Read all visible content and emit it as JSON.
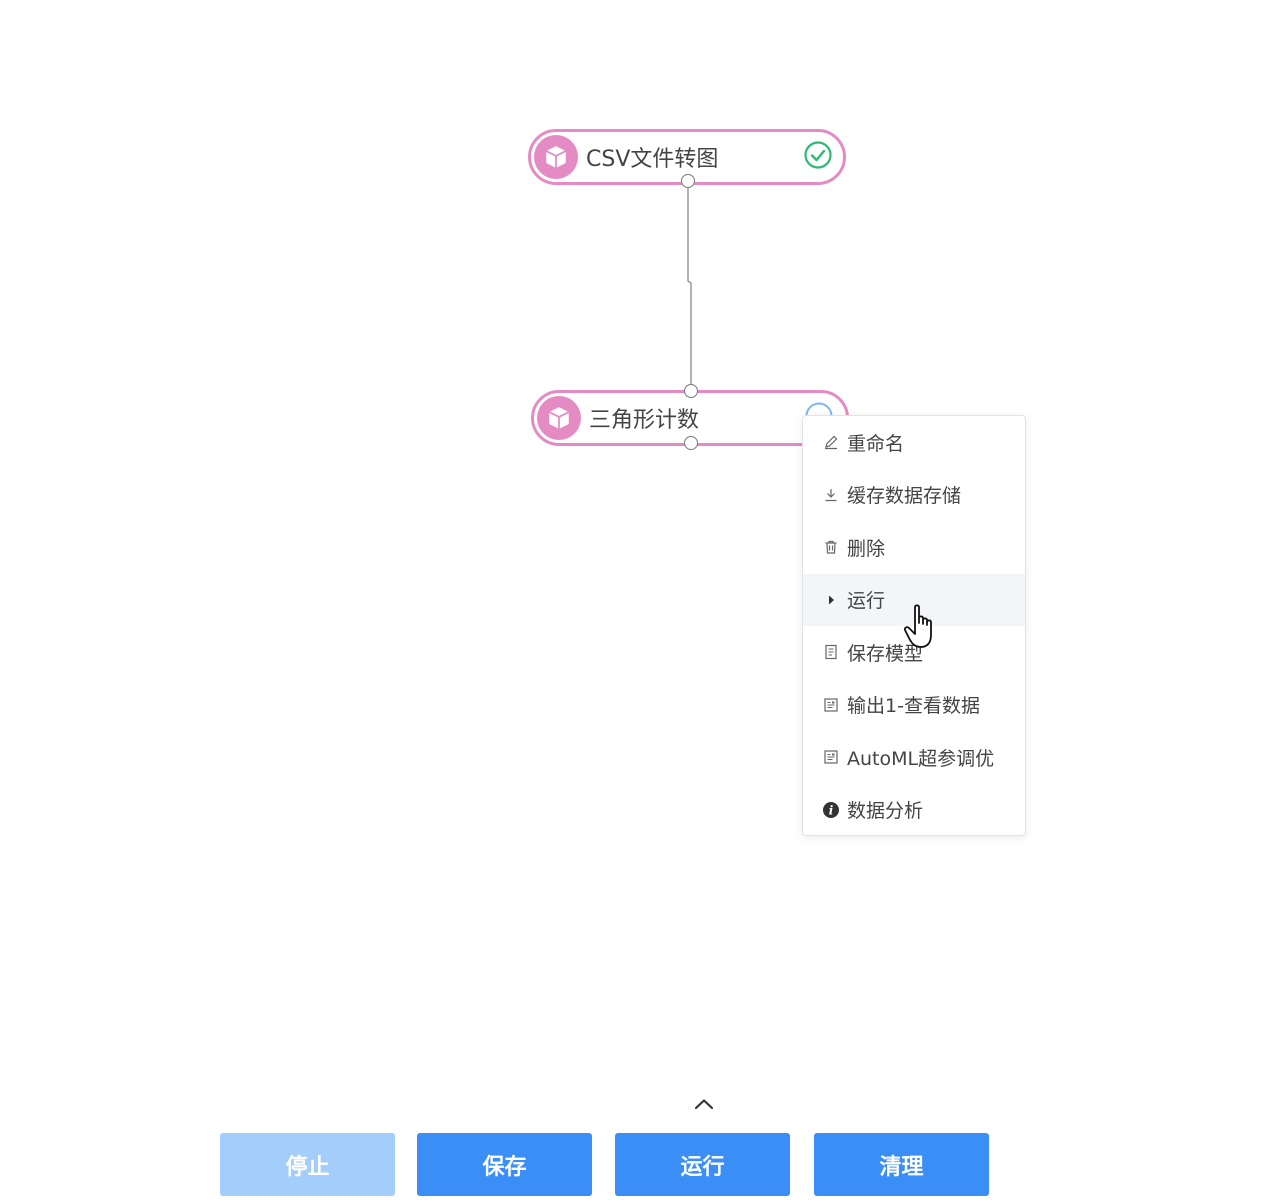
{
  "nodes": [
    {
      "label": "CSV文件转图",
      "status": "success",
      "icon": "cube-icon"
    },
    {
      "label": "三角形计数",
      "status": "pending",
      "icon": "cube-icon"
    }
  ],
  "context_menu": {
    "items": [
      {
        "label": "重命名",
        "icon": "pencil-icon"
      },
      {
        "label": "缓存数据存储",
        "icon": "download-icon"
      },
      {
        "label": "删除",
        "icon": "trash-icon"
      },
      {
        "label": "运行",
        "icon": "play-icon"
      },
      {
        "label": "保存模型",
        "icon": "document-icon"
      },
      {
        "label": "输出1-查看数据",
        "icon": "data-view-icon"
      },
      {
        "label": "AutoML超参调优",
        "icon": "data-view-icon"
      },
      {
        "label": "数据分析",
        "icon": "info-icon"
      }
    ],
    "hovered_index": 3
  },
  "toolbar": {
    "stop_label": "停止",
    "save_label": "保存",
    "run_label": "运行",
    "clear_label": "清理",
    "stop_disabled": true
  },
  "colors": {
    "node_border": "#e48bc4",
    "success": "#2eb872",
    "pending": "#7fb6ee",
    "primary_button": "#3a8ef6",
    "disabled_button": "#a3cdfb",
    "menu_hover": "#f3f5f9"
  },
  "icons": {
    "collapse": "chevron-up-icon",
    "cursor": "hand-pointer-icon"
  }
}
